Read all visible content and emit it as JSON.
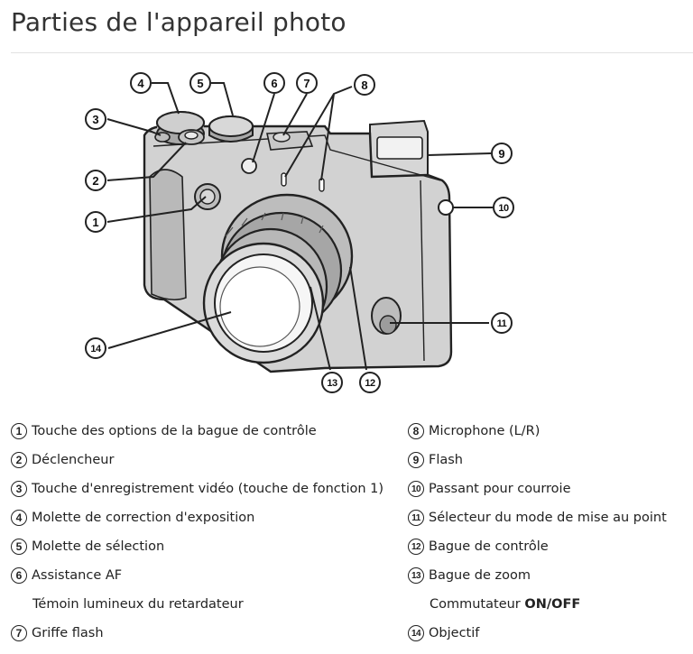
{
  "title": "Parties de l'appareil photo",
  "callouts": [
    "1",
    "2",
    "3",
    "4",
    "5",
    "6",
    "7",
    "8",
    "9",
    "10",
    "11",
    "12",
    "13",
    "14"
  ],
  "legend_left": [
    {
      "num": "1",
      "text": "Touche des options de la bague de contrôle"
    },
    {
      "num": "2",
      "text": "Déclencheur"
    },
    {
      "num": "3",
      "text": "Touche d'enregistrement vidéo (touche de fonction 1)"
    },
    {
      "num": "4",
      "text": "Molette de correction d'exposition"
    },
    {
      "num": "5",
      "text": "Molette de sélection"
    },
    {
      "num": "6",
      "text": "Assistance AF"
    },
    {
      "num": "",
      "text": "Témoin lumineux du retardateur"
    },
    {
      "num": "7",
      "text": "Griffe flash"
    }
  ],
  "legend_right": [
    {
      "num": "8",
      "text": "Microphone (L/R)"
    },
    {
      "num": "9",
      "text": "Flash"
    },
    {
      "num": "10",
      "text": "Passant pour courroie"
    },
    {
      "num": "11",
      "text": "Sélecteur du mode de mise au point"
    },
    {
      "num": "12",
      "text": "Bague de contrôle"
    },
    {
      "num": "13",
      "text": "Bague de zoom"
    },
    {
      "num": "",
      "text": "Commutateur ",
      "bold": "ON/OFF"
    },
    {
      "num": "14",
      "text": "Objectif"
    }
  ]
}
